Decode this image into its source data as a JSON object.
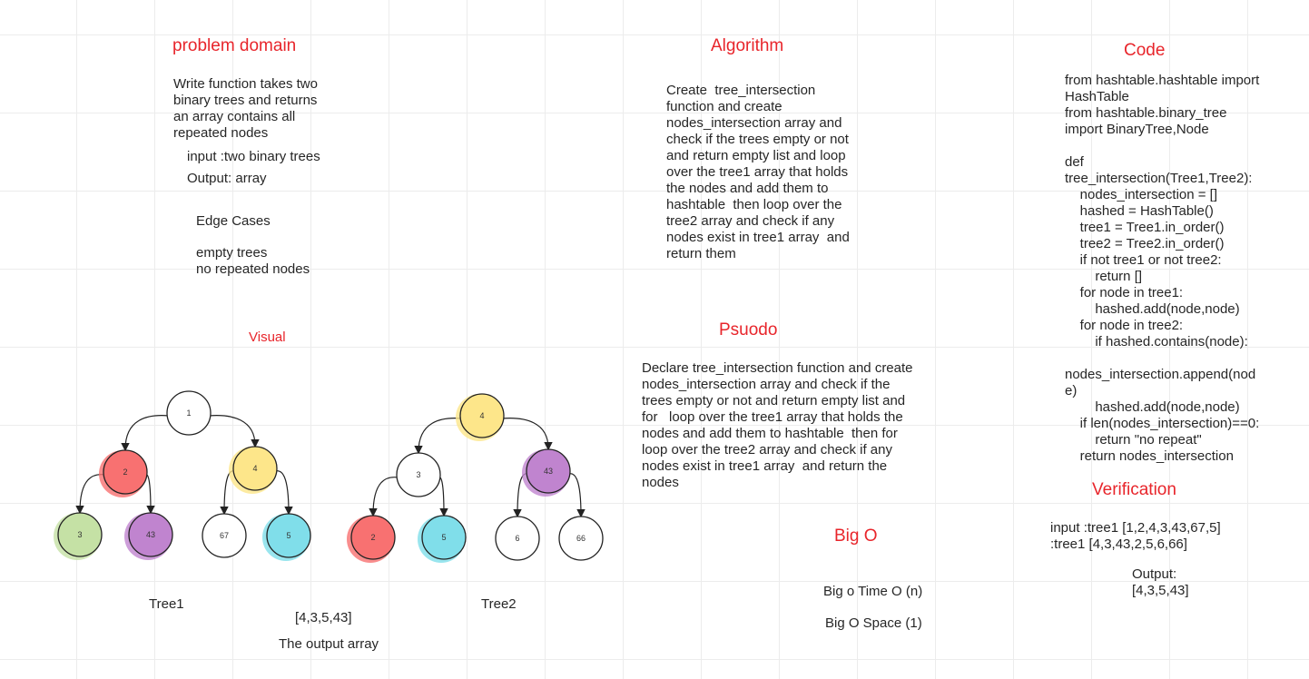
{
  "problem_domain": {
    "title": "problem domain",
    "description": "Write function takes two\nbinary trees and returns\nan array contains all\nrepeated nodes",
    "input": "input :two binary trees",
    "output": "Output: array",
    "edge_title": "Edge Cases",
    "edge_items": "empty trees\nno repeated nodes"
  },
  "algorithm": {
    "title": "Algorithm",
    "text": "Create  tree_intersection\nfunction and create\nnodes_intersection array and\ncheck if the trees empty or not\nand return empty list and loop\nover the tree1 array that holds\nthe nodes and add them to\nhashtable  then loop over the\ntree2 array and check if any\nnodes exist in tree1 array  and\nreturn them"
  },
  "code": {
    "title": "Code",
    "text": "from hashtable.hashtable import\nHashTable\nfrom hashtable.binary_tree\nimport BinaryTree,Node\n\ndef\ntree_intersection(Tree1,Tree2):\n    nodes_intersection = []\n    hashed = HashTable()\n    tree1 = Tree1.in_order()\n    tree2 = Tree2.in_order()\n    if not tree1 or not tree2:\n        return []\n    for node in tree1:\n        hashed.add(node,node)\n    for node in tree2:\n        if hashed.contains(node):\n\nnodes_intersection.append(nod\ne)\n        hashed.add(node,node)\n    if len(nodes_intersection)==0:\n        return \"no repeat\"\n    return nodes_intersection"
  },
  "visual": {
    "title": "Visual"
  },
  "pseudo": {
    "title": "Psuodo",
    "text": "Declare tree_intersection function and create\nnodes_intersection array and check if the\ntrees empty or not and return empty list and\nfor   loop over the tree1 array that holds the\nnodes and add them to hashtable  then for\nloop over the tree2 array and check if any\nnodes exist in tree1 array  and return the\nnodes"
  },
  "big_o": {
    "title": "Big O",
    "time": "Big o Time O (n)",
    "space": "Big O Space (1)"
  },
  "verification": {
    "title": "Verification",
    "input": "input :tree1 [1,2,4,3,43,67,5]\n:tree1 [4,3,43,2,5,6,66]",
    "output": "Output:\n[4,3,5,43]"
  },
  "tree1": {
    "caption": "Tree1",
    "nodes": [
      {
        "label": "1",
        "color": "#ffffff"
      },
      {
        "label": "2",
        "color": "#f87171"
      },
      {
        "label": "4",
        "color": "#fde68a"
      },
      {
        "label": "3",
        "color": "#c5e1a5"
      },
      {
        "label": "43",
        "color": "#c084cf"
      },
      {
        "label": "67",
        "color": "#ffffff"
      },
      {
        "label": "5",
        "color": "#80deea"
      }
    ]
  },
  "tree2": {
    "caption": "Tree2",
    "nodes": [
      {
        "label": "4",
        "color": "#fde68a"
      },
      {
        "label": "3",
        "color": "#ffffff"
      },
      {
        "label": "43",
        "color": "#c084cf"
      },
      {
        "label": "2",
        "color": "#f87171"
      },
      {
        "label": "5",
        "color": "#80deea"
      },
      {
        "label": "6",
        "color": "#ffffff"
      },
      {
        "label": "66",
        "color": "#ffffff"
      }
    ]
  },
  "output_array": {
    "value": "[4,3,5,43]",
    "caption": "The output array"
  }
}
